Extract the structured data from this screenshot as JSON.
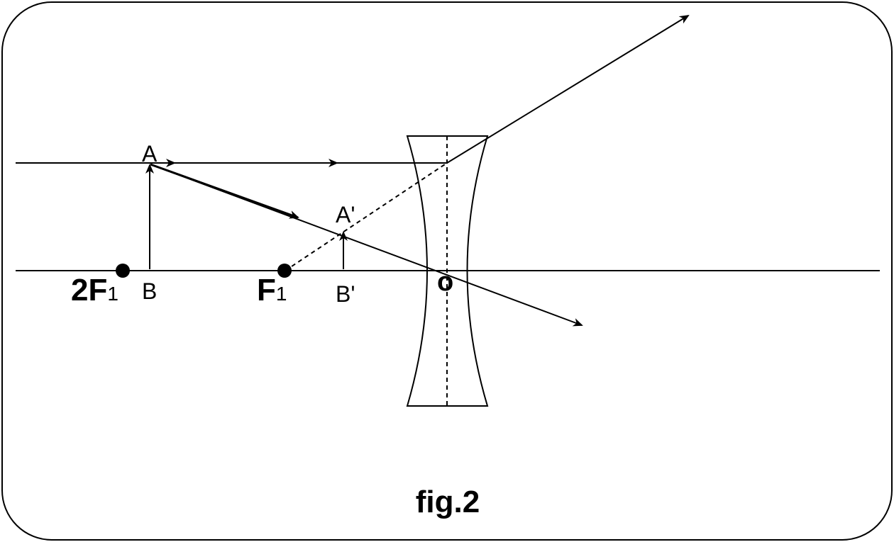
{
  "labels": {
    "point_a": "A",
    "point_b": "B",
    "image_a": "A'",
    "image_b": "B'",
    "twice_focus_main": "2F",
    "twice_focus_sub": "1",
    "focus_main": "F",
    "focus_sub": "1",
    "optical_center": "o",
    "caption": "fig.2"
  },
  "colors": {
    "stroke": "#000000",
    "background": "#ffffff"
  }
}
